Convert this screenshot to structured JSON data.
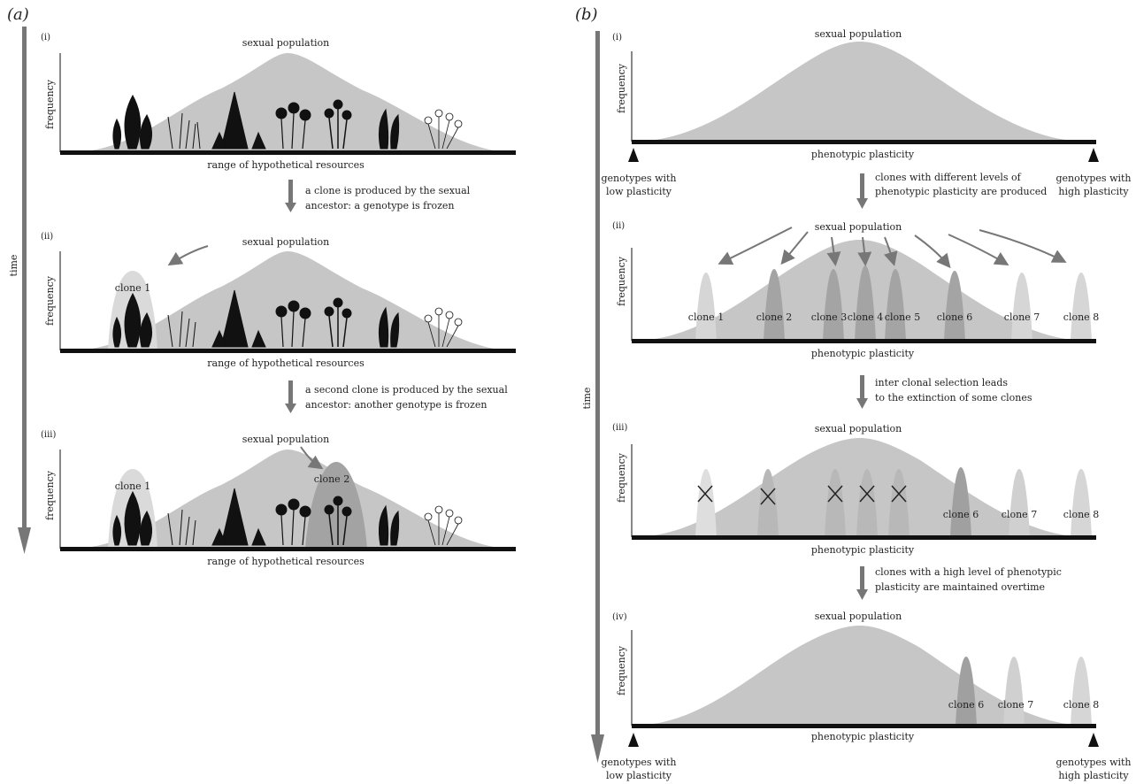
{
  "panel_a": {
    "label": "(a)",
    "time_label": "time",
    "subpanels": [
      {
        "label": "(i)",
        "title": "sexual population",
        "ylabel": "frequency",
        "xlabel": "range of hypothetical resources"
      },
      {
        "label": "(ii)",
        "title": "sexual population",
        "ylabel": "frequency",
        "xlabel": "range of hypothetical resources",
        "clone_label": "clone 1"
      },
      {
        "label": "(iii)",
        "title": "sexual population",
        "ylabel": "frequency",
        "xlabel": "range of hypothetical resources",
        "clone_label": "clone 1",
        "clone2_label": "clone 2"
      }
    ],
    "steps": [
      {
        "line1": "a clone is produced by the sexual",
        "line2": "ancestor: a genotype is frozen"
      },
      {
        "line1": "a second clone is produced by the sexual",
        "line2": "ancestor: another genotype is frozen"
      }
    ]
  },
  "panel_b": {
    "label": "(b)",
    "time_label": "time",
    "subpanels": [
      {
        "label": "(i)",
        "title": "sexual population",
        "ylabel": "frequency",
        "xlabel": "phenotypic plasticity"
      },
      {
        "label": "(ii)",
        "title": "sexual population",
        "ylabel": "frequency",
        "xlabel": "phenotypic plasticity",
        "clones": [
          "clone 1",
          "clone 2",
          "clone 3",
          "clone 4",
          "clone 5",
          "clone 6",
          "clone 7",
          "clone 8"
        ]
      },
      {
        "label": "(iii)",
        "title": "sexual population",
        "ylabel": "frequency",
        "xlabel": "phenotypic plasticity",
        "clones": [
          "clone 6",
          "clone 7",
          "clone 8"
        ]
      },
      {
        "label": "(iv)",
        "title": "sexual population",
        "ylabel": "frequency",
        "xlabel": "phenotypic plasticity",
        "clones": [
          "clone 6",
          "clone 7",
          "clone 8"
        ]
      }
    ],
    "steps": [
      {
        "line1": "clones with different levels of",
        "line2": "phenotypic plasticity are produced"
      },
      {
        "line1": "inter clonal selection leads",
        "line2": "to the extinction of some clones"
      },
      {
        "line1": "clones with a high level of phenotypic",
        "line2": "plasticity are maintained overtime"
      }
    ],
    "low_label": {
      "line1": "genotypes with",
      "line2": "low plasticity"
    },
    "high_label": {
      "line1": "genotypes with",
      "line2": "high plasticity"
    }
  },
  "colors": {
    "population": "#c6c6c6",
    "clone_light": "#d6d6d6",
    "clone_dark": "#9c9c9c",
    "axis": "#111111",
    "arrow": "#777777"
  }
}
